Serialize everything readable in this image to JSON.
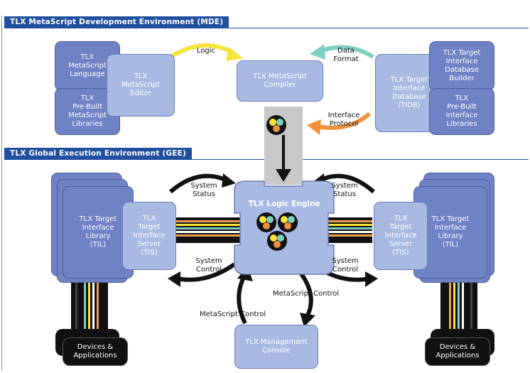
{
  "mde": {
    "title": "TLX MetaScript Development Environment (MDE)",
    "language": "TLX\nMetaScript\nLanguage",
    "editor": "TLX\nMetaScript\nEditor",
    "libraries": "TLX\nPre-Built\nMetaScript\nLibraries",
    "compiler": "TLX MetaScript\nCompiler",
    "tidb": "TLX Target\nInterface\nDatabase\n(TIDB)",
    "db_builder": "TLX Target\nInterface\nDatabase\nBuilder",
    "prebuilt_interface": "TLX\nPre-Built\nInterface\nLibraries",
    "logic_label": "Logic",
    "data_format_label": "Data\nFormat",
    "interface_protocol_label": "Interface\nProtocol"
  },
  "gee": {
    "title": "TLX Global Execution Environment (GEE)",
    "logic_engine": "TLX Logic Engine",
    "left_til": "TLX Target\nInterface\nLibrary\n(TIL)",
    "left_tis": "TLX\nTarget\nInterface\nServer\n(TIS)",
    "right_til": "TLX Target\nInterface\nLibrary\n(TIL)",
    "right_tis": "TLX\nTarget\nInterface\nServer\n(TIS)",
    "system_status_left": "System\nStatus",
    "system_status_right": "System\nStatus",
    "system_control_left": "System\nControl",
    "system_control_right": "System\nControl",
    "metascript_control_upper": "MetaScript  Control",
    "metascript_control_lower": "MetaScript  Control",
    "management_console": "TLX Management\nConsole",
    "devices_left": "Devices &\nApplications",
    "devices_right": "Devices &\nApplications"
  },
  "colors": {
    "header_bar": "#1f4f9e",
    "dark_box": "#6f82c4",
    "light_box": "#a8b9e2",
    "logic_arrow": "#f5e43a",
    "data_format_arrow": "#7dcfbf",
    "protocol_arrow": "#f0903a"
  }
}
